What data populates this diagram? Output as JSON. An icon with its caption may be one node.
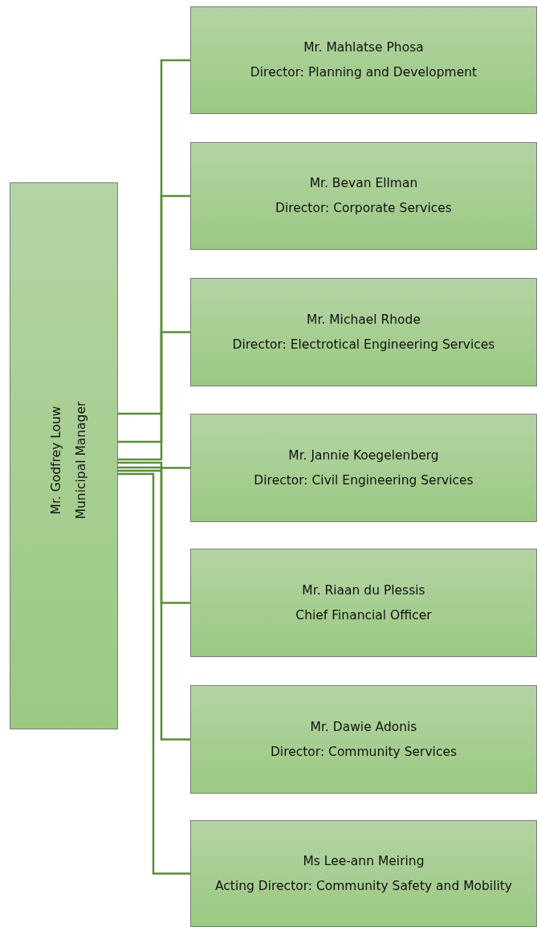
{
  "diagram": {
    "nodes": [
      {
        "text": [
          "Mr. Godfrey Louw",
          "Municipal Manager"
        ]
      },
      {
        "text": [
          "Mr. Mahlatse Phosa",
          "Director: Planning and Development"
        ]
      },
      {
        "text": [
          "Mr. Bevan Ellman",
          "Director: Corporate Services"
        ]
      },
      {
        "text": [
          "Mr. Michael Rhode",
          "Director: Electrotical Engineering Services"
        ]
      },
      {
        "text": [
          "Mr. Jannie Koegelenberg",
          "Director: Civil Engineering Services"
        ]
      },
      {
        "text": [
          "Mr. Riaan du Plessis",
          "Chief Financial Officer"
        ]
      },
      {
        "text": [
          "Mr. Dawie Adonis",
          "Director: Community Services"
        ]
      },
      {
        "text": [
          "Ms Lee-ann Meiring",
          "Acting Director: Community Safety and Mobility"
        ]
      }
    ],
    "edges": [
      {
        "from": 0,
        "to": 1,
        "arrow": "none"
      },
      {
        "from": 0,
        "to": 2,
        "arrow": "none"
      },
      {
        "from": 0,
        "to": 3,
        "arrow": "none"
      },
      {
        "from": 0,
        "to": 4,
        "arrow": "none"
      },
      {
        "from": 0,
        "to": 5,
        "arrow": "none"
      },
      {
        "from": 0,
        "to": 6,
        "arrow": "none"
      },
      {
        "from": 0,
        "to": 7,
        "arrow": "none"
      }
    ]
  }
}
